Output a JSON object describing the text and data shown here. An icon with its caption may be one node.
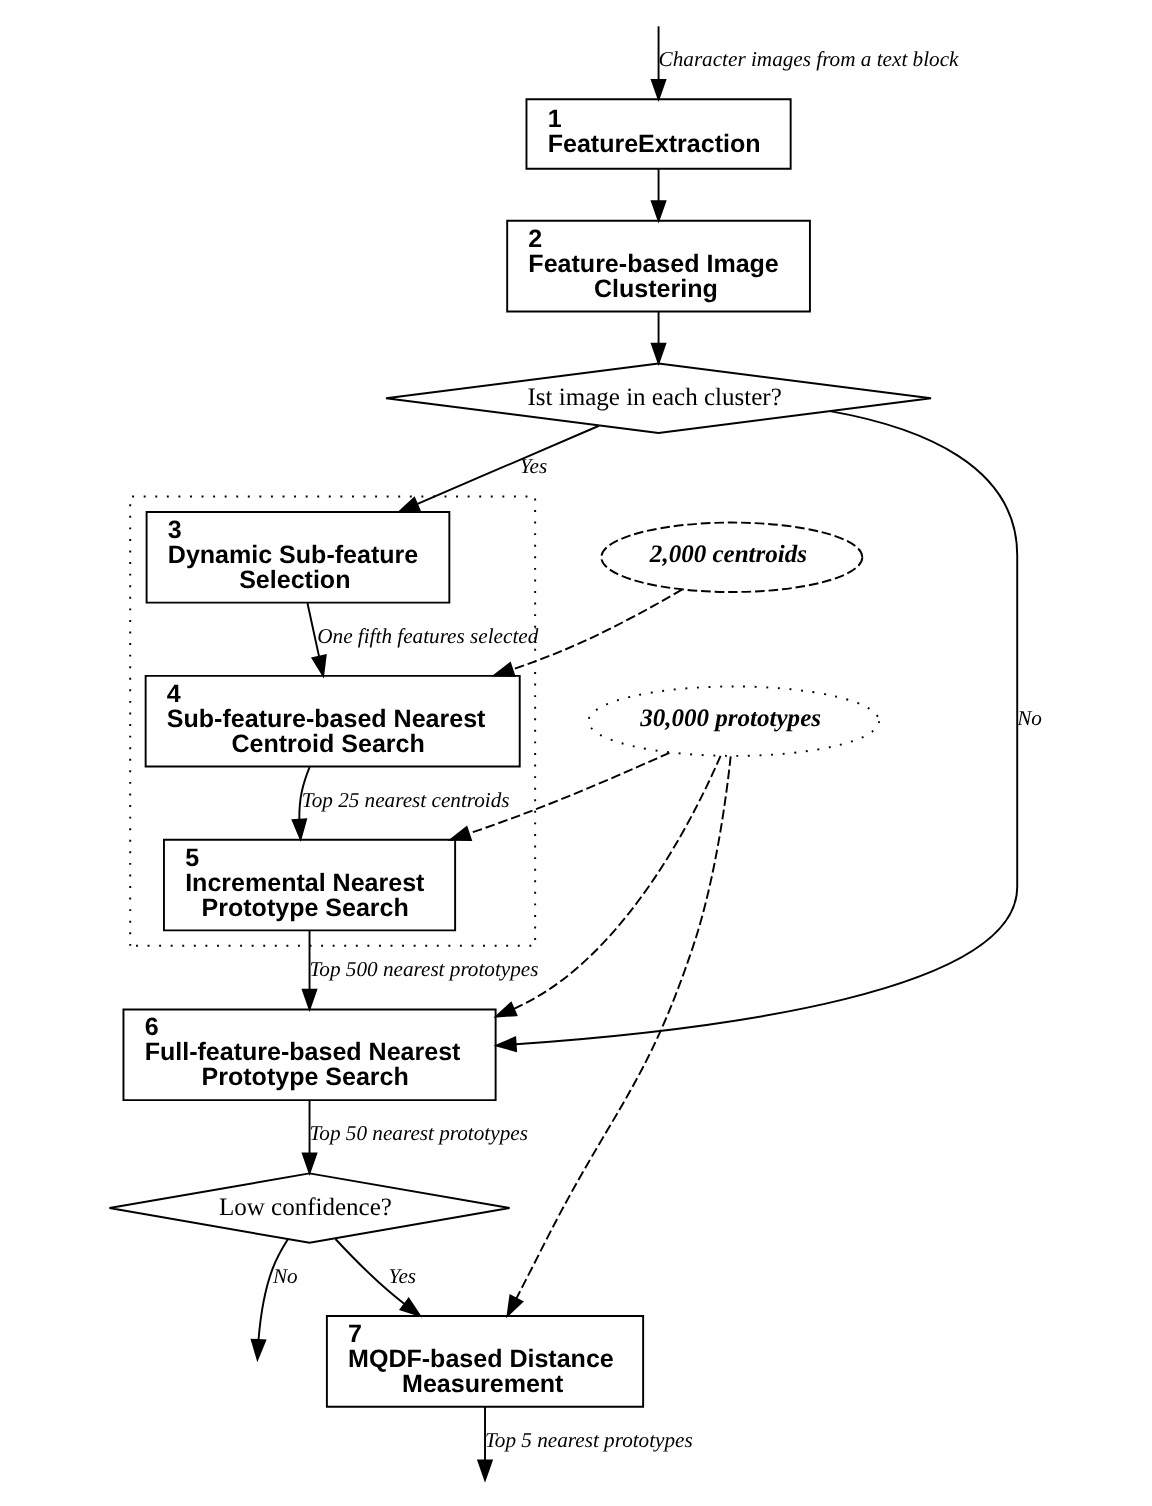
{
  "diagram": {
    "nodes": [
      {
        "text": [
          "1",
          "FeatureExtraction"
        ]
      },
      {
        "text": [
          "2",
          "Feature-based Image Clustering"
        ]
      },
      {
        "text": [
          "Ist image in each cluster?"
        ]
      },
      {
        "text": [],
        "shape": "box"
      },
      {
        "text": [
          "3",
          "Dynamic Sub-feature Selection"
        ],
        "in": 3
      },
      {
        "text": [
          "4",
          "Sub-feature-based Nearest Centroid Search"
        ],
        "in": 3
      },
      {
        "text": [
          "5",
          "Incremental Nearest Prototype Search"
        ],
        "in": 3
      },
      {
        "text": [
          "2,000 centroids"
        ]
      },
      {
        "text": [
          "30,000 prototypes"
        ]
      },
      {
        "text": [
          "6",
          "Full-feature-based Nearest Prototype Search"
        ]
      },
      {
        "text": [
          "Low confidence?"
        ]
      },
      {
        "text": [
          "7",
          "MQDF-based Distance Measurement"
        ]
      }
    ],
    "edges": [
      {
        "from": null,
        "to": 0,
        "arrow": "to",
        "label": "Character images from a text block"
      },
      {
        "from": 0,
        "to": 1,
        "arrow": "to"
      },
      {
        "from": 1,
        "to": 2,
        "arrow": "to"
      },
      {
        "from": 2,
        "to": 4,
        "arrow": "to",
        "label": "Yes"
      },
      {
        "from": 2,
        "to": 9,
        "arrow": "to",
        "label": "No"
      },
      {
        "from": 4,
        "to": 5,
        "arrow": "to",
        "label": "One fifth features selected"
      },
      {
        "from": 5,
        "to": 6,
        "arrow": "to",
        "label": "Top 25 nearest centroids"
      },
      {
        "from": 6,
        "to": 9,
        "arrow": "to",
        "label": "Top 500 nearest prototypes"
      },
      {
        "from": 7,
        "to": 5,
        "arrow": "to",
        "style": "dashed"
      },
      {
        "from": 8,
        "to": 6,
        "arrow": "to",
        "style": "dashed"
      },
      {
        "from": 8,
        "to": 9,
        "arrow": "to",
        "style": "dashed"
      },
      {
        "from": 8,
        "to": 11,
        "arrow": "to",
        "style": "dashed"
      },
      {
        "from": 9,
        "to": 10,
        "arrow": "to",
        "label": "Top 50 nearest prototypes"
      },
      {
        "from": 10,
        "to": 11,
        "arrow": "to",
        "label": "Yes"
      },
      {
        "from": 10,
        "to": null,
        "arrow": "to",
        "label": "No"
      },
      {
        "from": 11,
        "to": null,
        "arrow": "to",
        "label": "Top 5 nearest prototypes"
      }
    ]
  }
}
